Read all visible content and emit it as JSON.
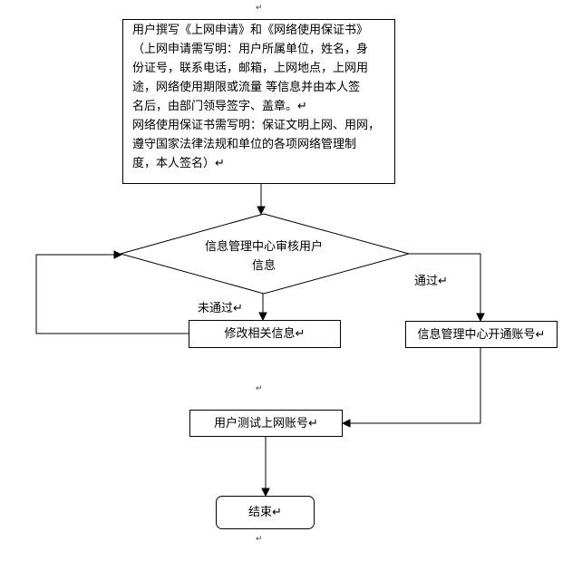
{
  "nodes": {
    "apply": {
      "lines": [
        "用户撰写《上网申请》和《网络使用保证书》",
        "（上网申请需写明：用户所属单位，姓名，身",
        "份证号，联系电话，邮箱，上网地点，上网用",
        "途，网络使用期限或流量 等信息并由本人签",
        "名后，由部门领导签字、盖章。↵",
        "网络使用保证书需写明：保证文明上网、用网，",
        "遵守国家法律法规和单位的各项网络管理制",
        "度，本人签名）↵"
      ]
    },
    "review": {
      "lines": [
        "信息管理中心审核用户",
        "信息"
      ]
    },
    "modify": {
      "label": "修改相关信息↵"
    },
    "open_account": {
      "label": "信息管理中心开通账号↵"
    },
    "test": {
      "label": "用户测试上网账号↵"
    },
    "end": {
      "label": "结束↵"
    }
  },
  "edge_labels": {
    "not_passed": "未通过↵",
    "passed": "通过↵"
  },
  "paragraph_mark": "↵"
}
